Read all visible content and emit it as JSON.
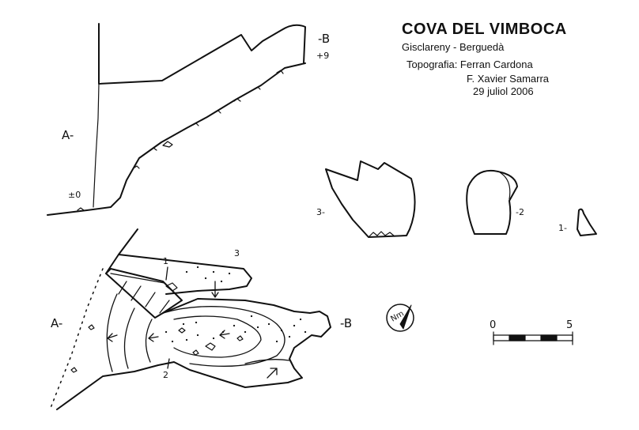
{
  "header": {
    "title": "COVA DEL VIMBOCA",
    "location": "Gisclareny - Berguedà",
    "credits_label": "Topografia: Ferran Cardona",
    "credits_second": "F. Xavier Samarra",
    "date": "29 juliol 2006"
  },
  "profile": {
    "label_a": "A-",
    "label_b": "-B",
    "depth_top": "+9",
    "depth_bottom": "±0"
  },
  "sections": {
    "s3": "3-",
    "s2": "-2",
    "s1": "1-"
  },
  "plan": {
    "label_a": "A-",
    "label_b": "-B",
    "mark_1": "1",
    "mark_2": "2",
    "mark_3": "3"
  },
  "compass": {
    "label": "Nm"
  },
  "scale": {
    "min": "0",
    "max": "5"
  }
}
